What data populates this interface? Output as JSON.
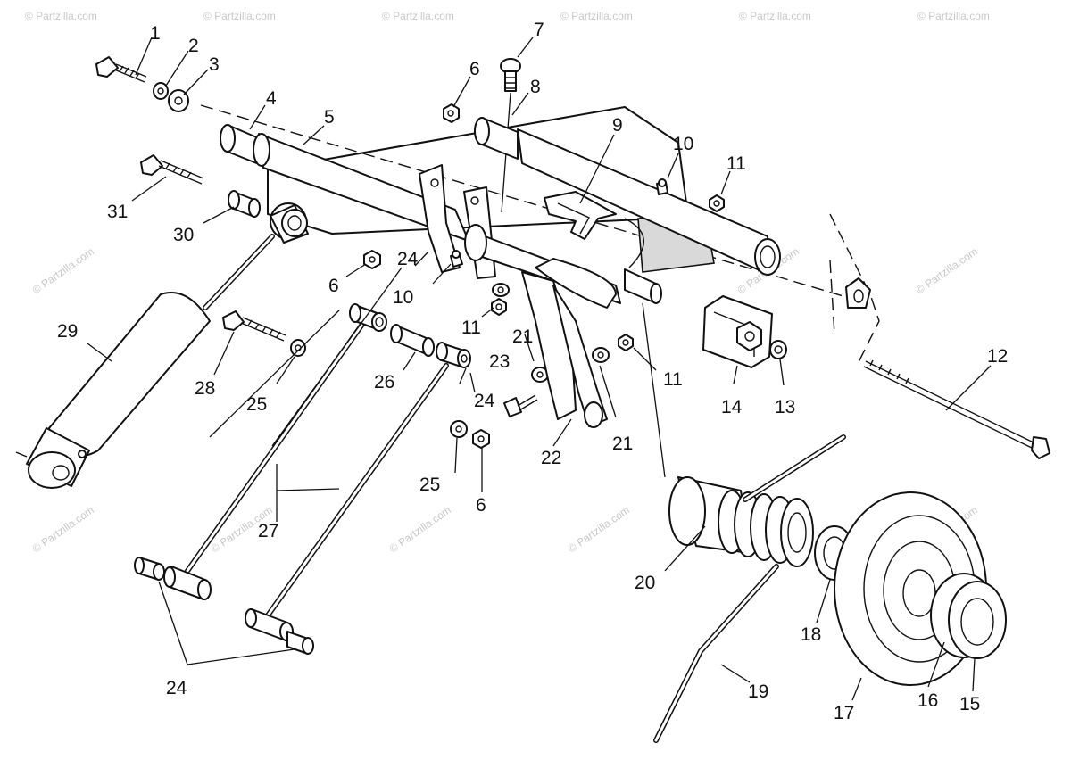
{
  "watermark": "© Partzilla.com",
  "labels": {
    "l1": "1",
    "l2": "2",
    "l3": "3",
    "l4": "4",
    "l5": "5",
    "l6a": "6",
    "l6b": "6",
    "l6c": "6",
    "l7": "7",
    "l8": "8",
    "l9": "9",
    "l10a": "10",
    "l10b": "10",
    "l11a": "11",
    "l11b": "11",
    "l11c": "11",
    "l12": "12",
    "l13": "13",
    "l14": "14",
    "l15": "15",
    "l16": "16",
    "l17": "17",
    "l18": "18",
    "l19": "19",
    "l20": "20",
    "l21a": "21",
    "l21b": "21",
    "l22": "22",
    "l23": "23",
    "l24a": "24",
    "l24b": "24",
    "l24c": "24",
    "l25a": "25",
    "l25b": "25",
    "l26": "26",
    "l27": "27",
    "l28": "28",
    "l29": "29",
    "l30": "30",
    "l31": "31"
  }
}
